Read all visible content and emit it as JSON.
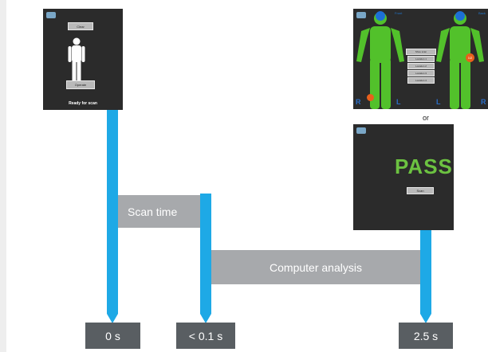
{
  "screen_idle": {
    "buttons": [
      "Clear",
      "Operate"
    ],
    "status": "Ready for scan"
  },
  "screen_result": {
    "view_labels": [
      "Front",
      "Back"
    ],
    "markers_left": [
      "R",
      "L"
    ],
    "markers_right": [
      "L",
      "R"
    ],
    "detection_tag": "1/2",
    "list_items": [
      "Shoe scan",
      "Location 1",
      "Location 2",
      "Location 3",
      "Location 4"
    ]
  },
  "or_label": "or",
  "screen_pass": {
    "title": "PASS",
    "button": "Scan"
  },
  "phases": {
    "scan": "Scan time",
    "analysis": "Computer analysis"
  },
  "times": [
    "0 s",
    "< 0.1 s",
    "2.5 s"
  ],
  "colors": {
    "timeline": "#1ea9e6",
    "phase_box": "#a7a9ac",
    "time_box": "#595e62",
    "screen_bg": "#2b2b2b",
    "body_green": "#52c12b",
    "pass_green": "#6cc241"
  }
}
